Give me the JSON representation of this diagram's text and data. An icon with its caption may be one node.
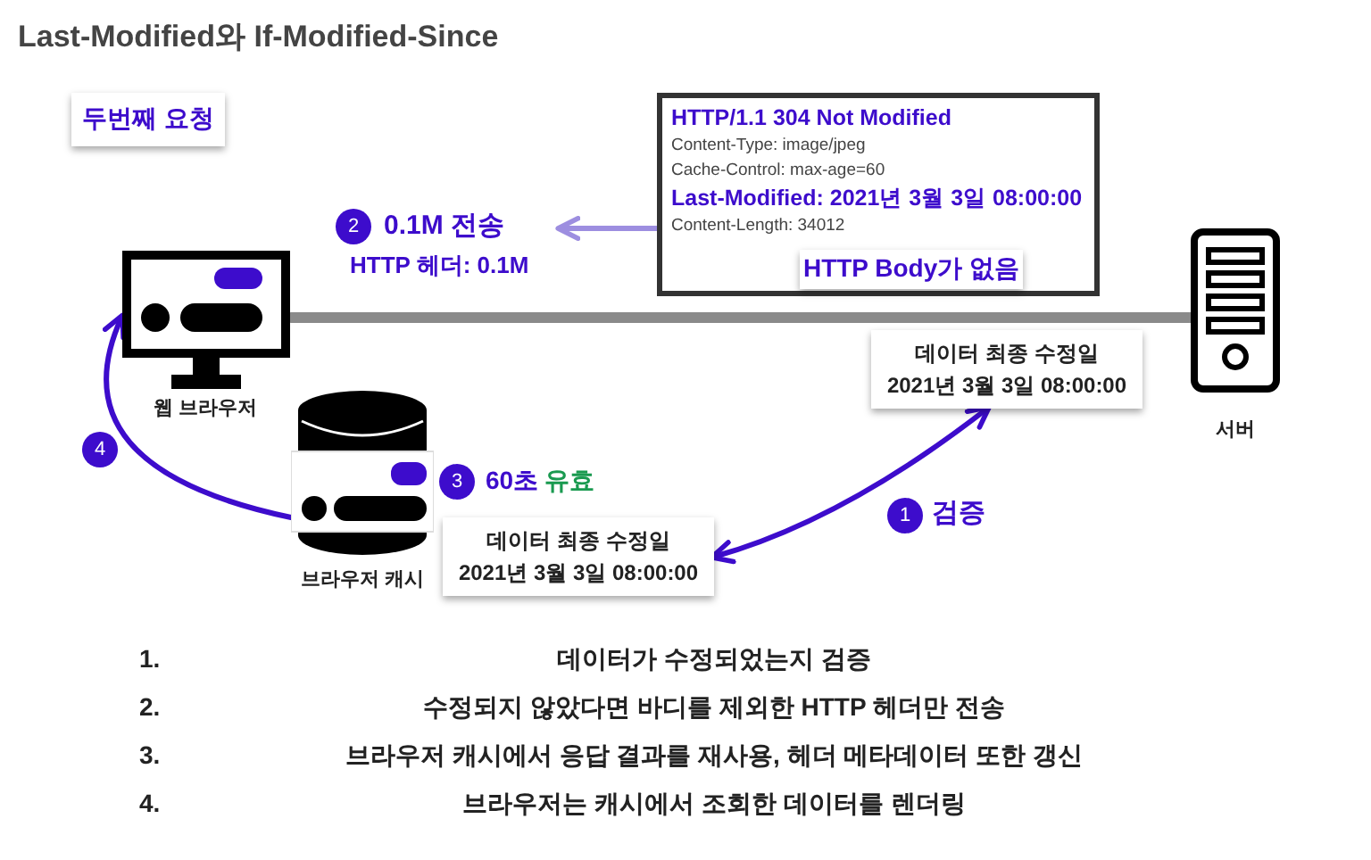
{
  "diagram": {
    "title": "Last-Modified와 If-Modified-Since",
    "nodes": [
      {
        "text": [
          "두번째 요청"
        ]
      },
      {
        "text": [
          "HTTP/1.1 304 Not Modified",
          "Content-Type: image/jpeg",
          "Cache-Control: max-age=60",
          "Last-Modified: 2021년 3월 3일 08:00:00",
          "Content-Length: 34012"
        ]
      },
      {
        "text": [
          "HTTP Body가 없음"
        ],
        "in": 1
      },
      {
        "text": [
          "2"
        ],
        "beside": [
          "0.1M 전송",
          "HTTP 헤더: 0.1M"
        ]
      },
      {
        "text": [],
        "shape": "monitor",
        "beside": [
          "웹 브라우저"
        ]
      },
      {
        "text": [],
        "shape": "server",
        "beside": [
          "서버"
        ]
      },
      {
        "text": [
          "데이터 최종 수정일 2021년 3월 3일 08:00:00"
        ]
      },
      {
        "text": [],
        "shape": "cylinder",
        "beside": [
          "브라우저 캐시"
        ]
      },
      {
        "text": [
          "4"
        ]
      },
      {
        "text": [
          "3"
        ],
        "beside": [
          "60초",
          "유효"
        ]
      },
      {
        "text": [
          "1"
        ],
        "beside": [
          "검증"
        ]
      },
      {
        "text": [
          "데이터 최종 수정일 2021년 3월 3일 08:00:00"
        ]
      }
    ],
    "edges": [
      {
        "from": 1,
        "to": 3,
        "arrow": "to",
        "color": "#9d8ee0"
      },
      {
        "from": 4,
        "to": 5,
        "arrow": "none",
        "style": "thick",
        "color": "#8a8a8a"
      },
      {
        "from": 11,
        "to": 6,
        "arrow": "both"
      },
      {
        "from": 7,
        "to": 4,
        "arrow": "to"
      }
    ],
    "labels": [
      "1.",
      "데이터가 수정되었는지 검증",
      "2.",
      "수정되지 않았다면 바디를 제외한 HTTP 헤더만 전송",
      "3.",
      "브라우저 캐시에서 응답 결과를 재사용, 헤더 메타데이터 또한 갱신",
      "4.",
      "브라우저는 캐시에서 조회한 데이터를 렌더링"
    ]
  }
}
